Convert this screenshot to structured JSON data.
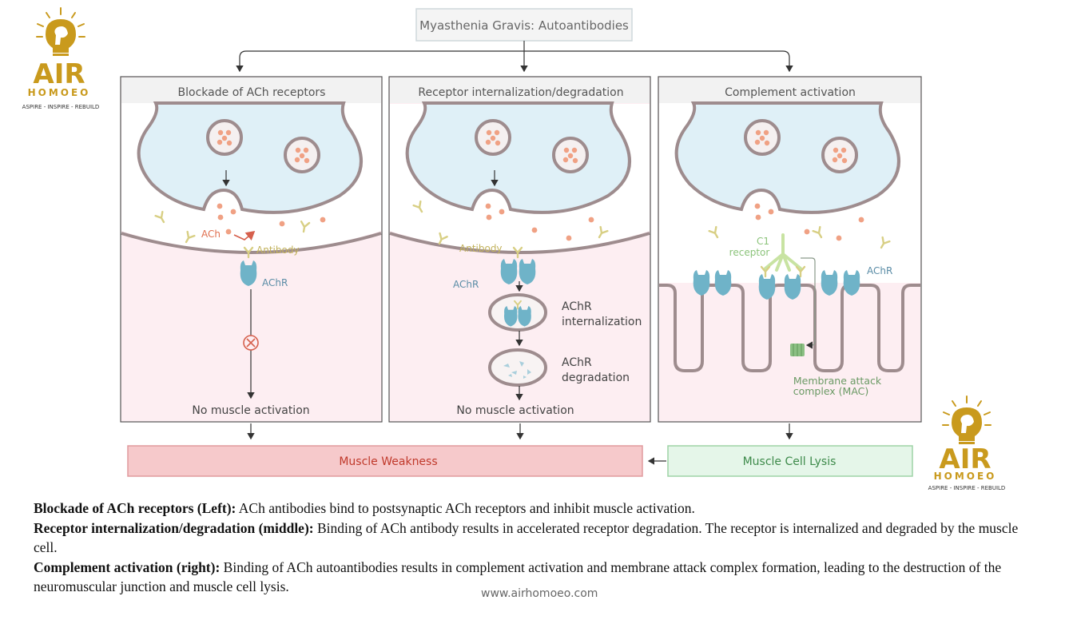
{
  "title": "Myasthenia Gravis: Autoantibodies",
  "panels": [
    {
      "heading": "Blockade of ACh receptors",
      "outcome": "No muscle activation"
    },
    {
      "heading": "Receptor internalization/degradation",
      "outcome": "No muscle activation"
    },
    {
      "heading": "Complement activation"
    }
  ],
  "labels": {
    "ach": "ACh",
    "antibody": "Antibody",
    "achr": "AChR",
    "internalization_1": "AChR",
    "internalization_2": "internalization",
    "degradation_1": "AChR",
    "degradation_2": "degradation",
    "c1_1": "C1",
    "c1_2": "receptor",
    "mac_1": "Membrane attack",
    "mac_2": "complex (MAC)"
  },
  "outcomes": {
    "weakness": "Muscle Weakness",
    "lysis": "Muscle Cell Lysis"
  },
  "captions": [
    {
      "bold": "Blockade of ACh receptors (Left):",
      "text": " ACh antibodies bind to postsynaptic ACh receptors and inhibit muscle activation."
    },
    {
      "bold": "Receptor internalization/degradation (middle):",
      "text": " Binding of ACh antibody results in accelerated receptor degradation. The receptor is internalized and degraded by the muscle cell."
    },
    {
      "bold": "Complement activation (right):",
      "text": " Binding of ACh autoantibodies results in complement activation and membrane attack complex formation, leading to the destruction of the neuromuscular junction and muscle cell lysis."
    }
  ],
  "website": "www.airhomoeo.com",
  "logo": {
    "word": "AIR",
    "sub": "HOMOEO",
    "tagline": "ASPIRE - INSPIRE - REBUILD"
  },
  "colors": {
    "terminal_fill": "#dff0f7",
    "muscle_fill": "#fdeef2",
    "membrane": "#9e8c8e",
    "receptor": "#6fb3c8",
    "antibody": "#d8cf84",
    "ach": "#f0a184",
    "weakness_fill": "#f6c9cb",
    "lysis_fill": "#e5f6e9",
    "c1": "#c8e3a2",
    "brand": "#c99a1d"
  }
}
